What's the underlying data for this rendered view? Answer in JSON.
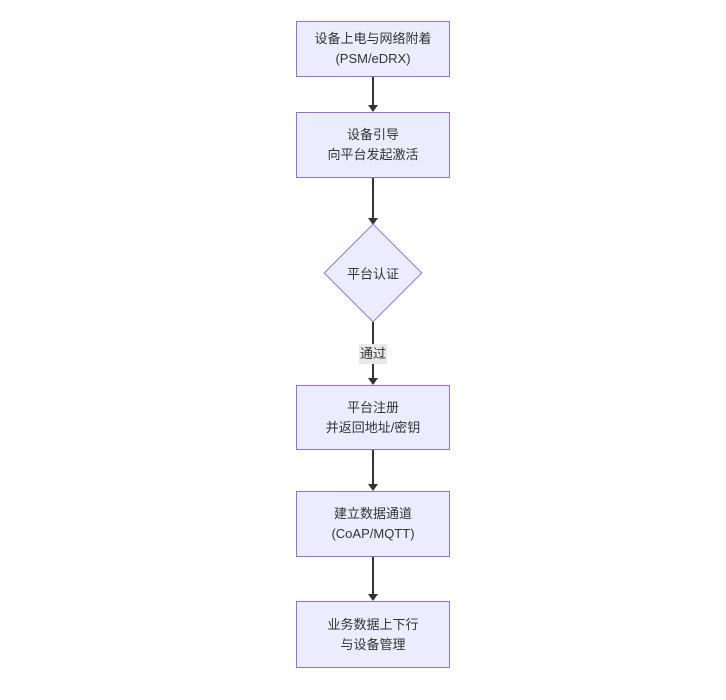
{
  "diagram": {
    "type": "flowchart",
    "direction": "top-down",
    "colors": {
      "canvas_bg": "#ffffff",
      "node_fill": "#ECECFF",
      "node_border": "#9370DB",
      "node_text": "#333333",
      "edge_stroke": "#333333",
      "edge_label_bg": "#e8e8e8"
    },
    "nodes": [
      {
        "id": "power-attach",
        "shape": "rect",
        "lines": [
          "设备上电与网络附着",
          "(PSM/eDRX)"
        ]
      },
      {
        "id": "bootstrap-activate",
        "shape": "rect",
        "lines": [
          "设备引导",
          "向平台发起激活"
        ]
      },
      {
        "id": "platform-auth",
        "shape": "diamond",
        "lines": [
          "平台认证"
        ]
      },
      {
        "id": "platform-register",
        "shape": "rect",
        "lines": [
          "平台注册",
          "并返回地址/密钥"
        ]
      },
      {
        "id": "data-channel",
        "shape": "rect",
        "lines": [
          "建立数据通道",
          "(CoAP/MQTT)"
        ]
      },
      {
        "id": "business-data",
        "shape": "rect",
        "lines": [
          "业务数据上下行",
          "与设备管理"
        ]
      }
    ],
    "edges": [
      {
        "from": "power-attach",
        "to": "bootstrap-activate",
        "label": ""
      },
      {
        "from": "bootstrap-activate",
        "to": "platform-auth",
        "label": ""
      },
      {
        "from": "platform-auth",
        "to": "platform-register",
        "label": "通过"
      },
      {
        "from": "platform-register",
        "to": "data-channel",
        "label": ""
      },
      {
        "from": "data-channel",
        "to": "business-data",
        "label": ""
      }
    ]
  }
}
